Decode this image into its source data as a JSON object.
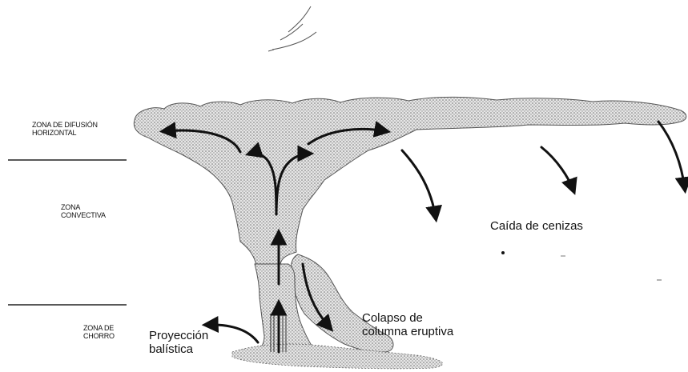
{
  "zones": {
    "horizontal": "ZONA DE DIFUSIÓN\nHORIZONTAL",
    "convective": "ZONA\nCONVECTIVA",
    "jet": "ZONA DE\nCHORRO"
  },
  "labels": {
    "ash_fall": "Caída de cenizas",
    "collapse": "Colapso de\ncolumna eruptiva",
    "ballistic": "Proyección\nbalística"
  },
  "colors": {
    "ink": "#111111",
    "plume_fill": "#d9d9d9",
    "plume_edge": "#555555"
  }
}
